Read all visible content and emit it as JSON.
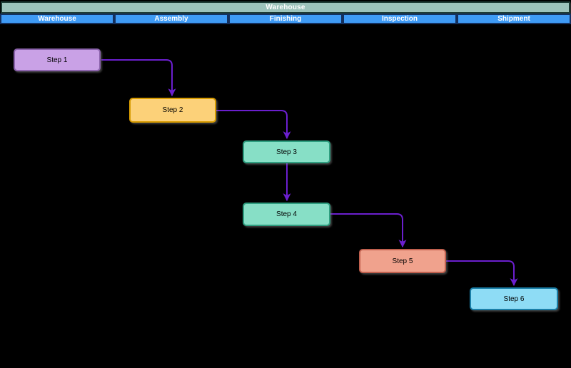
{
  "diagram": {
    "background_color": "#000000",
    "pool": {
      "title": "Warehouse",
      "fill": "#9cc3bb",
      "border": "#1d3b35"
    },
    "lane_row": {
      "fill": "#3f9bf5",
      "border": "#14305e",
      "text_color": "#ffffff"
    },
    "lanes": [
      {
        "label": "Warehouse"
      },
      {
        "label": "Assembly"
      },
      {
        "label": "Finishing"
      },
      {
        "label": "Inspection"
      },
      {
        "label": "Shipment"
      }
    ],
    "steps": [
      {
        "label": "Step 1",
        "fill": "#c9a1e6",
        "border": "#8c64ad",
        "lane": "Warehouse"
      },
      {
        "label": "Step 2",
        "fill": "#fcd179",
        "border": "#d79b00",
        "lane": "Assembly"
      },
      {
        "label": "Step 3",
        "fill": "#87dfc6",
        "border": "#2f9e80",
        "lane": "Finishing"
      },
      {
        "label": "Step 4",
        "fill": "#87dfc6",
        "border": "#2f9e80",
        "lane": "Finishing"
      },
      {
        "label": "Step 5",
        "fill": "#f0a28d",
        "border": "#c0604e",
        "lane": "Inspection"
      },
      {
        "label": "Step 6",
        "fill": "#8edcf5",
        "border": "#1a7fa8",
        "lane": "Shipment"
      }
    ],
    "connections": [
      {
        "from": "Step 1",
        "to": "Step 2"
      },
      {
        "from": "Step 2",
        "to": "Step 3"
      },
      {
        "from": "Step 3",
        "to": "Step 4"
      },
      {
        "from": "Step 4",
        "to": "Step 5"
      },
      {
        "from": "Step 5",
        "to": "Step 6"
      }
    ],
    "connector_color": "#6b1fce"
  }
}
